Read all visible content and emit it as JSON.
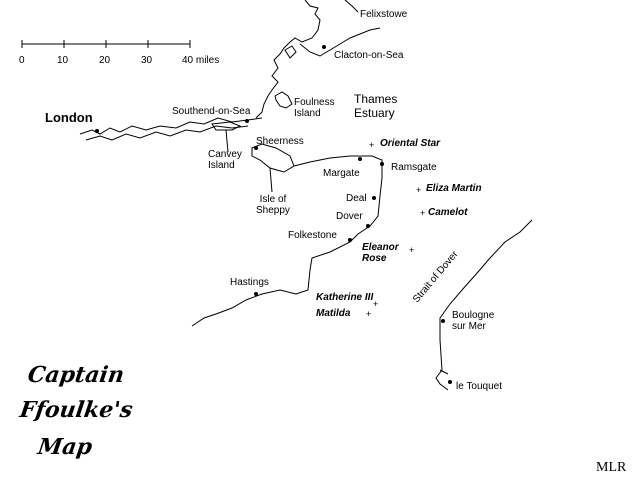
{
  "scale": {
    "ticks": [
      "0",
      "10",
      "20",
      "30",
      "40 miles"
    ]
  },
  "places": {
    "felixstowe": "Felixstowe",
    "clacton": "Clacton-on-Sea",
    "london": "London",
    "southend": "Southend-on-Sea",
    "foulness": "Foulness\nIsland",
    "thames": "Thames\nEstuary",
    "sheerness": "Sheerness",
    "canvey": "Canvey\nIsland",
    "sheppy": "Isle of\nSheppy",
    "margate": "Margate",
    "ramsgate": "Ramsgate",
    "deal": "Deal",
    "dover": "Dover",
    "folkestone": "Folkestone",
    "hastings": "Hastings",
    "strait": "Strait of Dover",
    "boulogne": "Boulogne\nsur Mer",
    "touquet": "le Touquet"
  },
  "ships": {
    "oriental_star": "Oriental Star",
    "eliza_martin": "Eliza Martin",
    "camelot": "Camelot",
    "eleanor_rose": "Eleanor\nRose",
    "katherine": "Katherine III",
    "matilda": "Matilda"
  },
  "title": {
    "line1": "Captain",
    "line2": "Ffoulke's",
    "line3": "Map"
  },
  "signature": "MLR"
}
